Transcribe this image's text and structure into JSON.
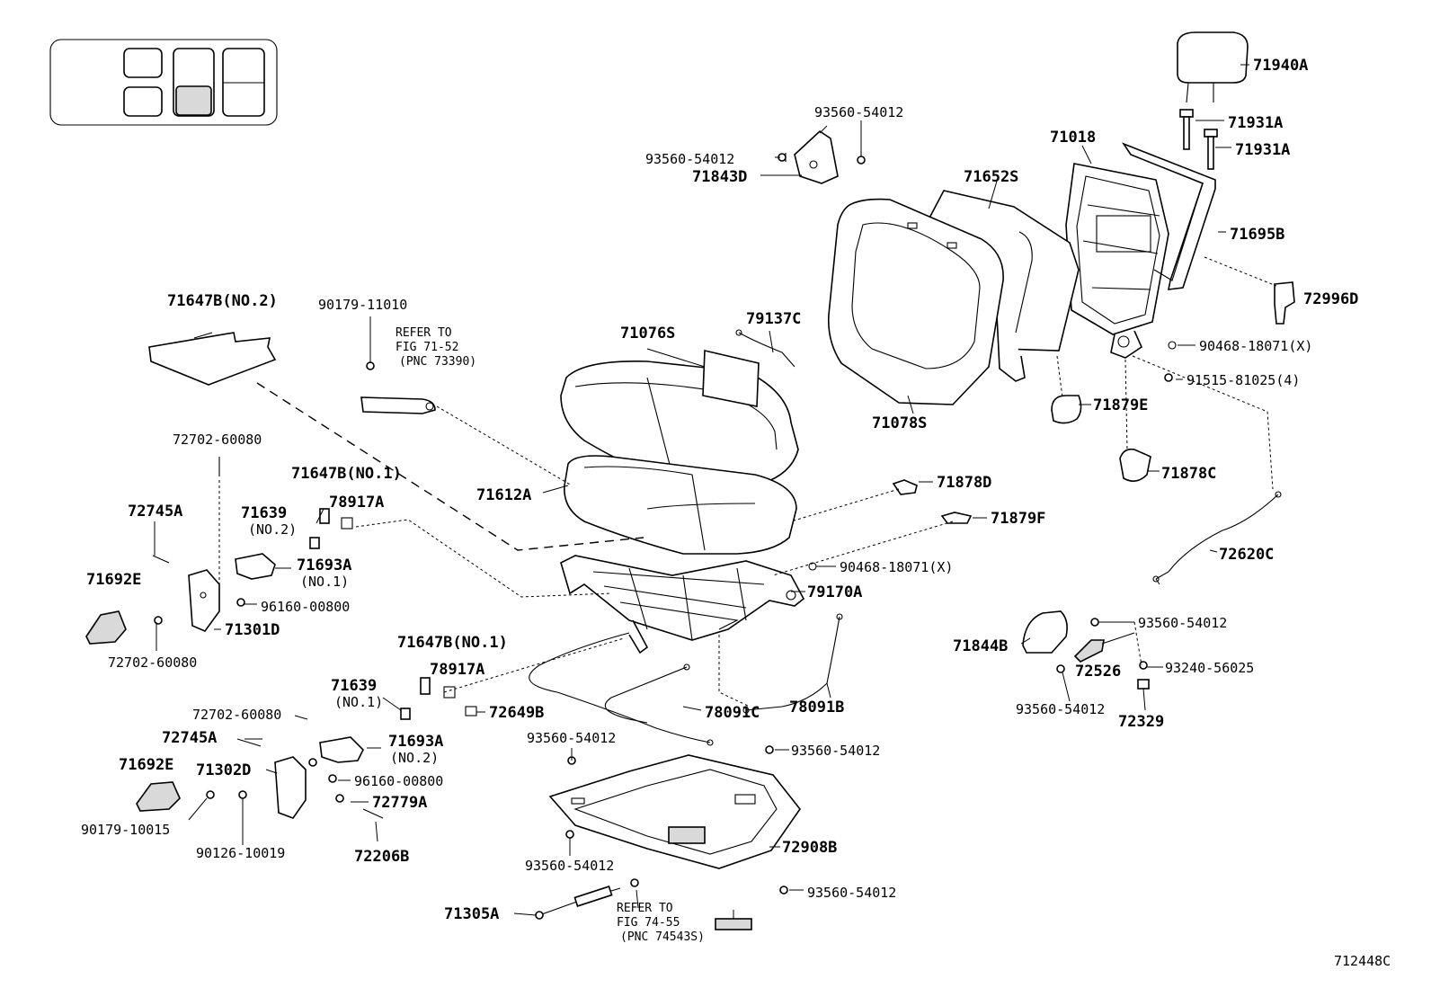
{
  "diagram_id": "712448C",
  "references": {
    "ref1": [
      "REFER TO",
      "FIG 71-52",
      "(PNC 73390)"
    ],
    "ref2": [
      "REFER TO",
      "FIG 74-55",
      "(PNC 74543S)"
    ]
  },
  "parts": {
    "p71940A": "71940A",
    "p71931A_1": "71931A",
    "p71931A_2": "71931A",
    "p71018": "71018",
    "p71695B": "71695B",
    "p72996D": "72996D",
    "p90468_18071_a": "90468-18071(X)",
    "p91515_81025": "91515-81025(4)",
    "p71879E": "71879E",
    "p71878C": "71878C",
    "p72620C": "72620C",
    "p71652S": "71652S",
    "p71078S": "71078S",
    "p93560_54012_top1": "93560-54012",
    "p93560_54012_top2": "93560-54012",
    "p71843D": "71843D",
    "p71647B_no2": "71647B(NO.2)",
    "p90179_11010": "90179-11010",
    "p71076S": "71076S",
    "p79137C": "79137C",
    "p71612A": "71612A",
    "p71878D": "71878D",
    "p71879F": "71879F",
    "p90468_18071_b": "90468-18071(X)",
    "p79170A": "79170A",
    "p72702_60080_a": "72702-60080",
    "p71647B_no1_a": "71647B(NO.1)",
    "p78917A_a": "78917A",
    "p72745A_a": "72745A",
    "p71639_a": "71639",
    "p71639_a_sub": "(NO.2)",
    "p71693A_a": "71693A",
    "p71693A_a_sub": "(NO.1)",
    "p71692E_a": "71692E",
    "p96160_00800_a": "96160-00800",
    "p71301D": "71301D",
    "p72702_60080_b": "72702-60080",
    "p71647B_no1_b": "71647B(NO.1)",
    "p78917A_b": "78917A",
    "p72649B": "72649B",
    "p78091C": "78091C",
    "p78091B": "78091B",
    "p71639_b": "71639",
    "p71639_b_sub": "(NO.1)",
    "p72702_60080_c": "72702-60080",
    "p72745A_b": "72745A",
    "p71693A_b": "71693A",
    "p71693A_b_sub": "(NO.2)",
    "p71692E_b": "71692E",
    "p71302D": "71302D",
    "p96160_00800_b": "96160-00800",
    "p72779A": "72779A",
    "p90179_10015": "90179-10015",
    "p90126_10019": "90126-10019",
    "p72206B": "72206B",
    "p93560_54012_m1": "93560-54012",
    "p93560_54012_m2": "93560-54012",
    "p72908B": "72908B",
    "p93560_54012_m3": "93560-54012",
    "p93560_54012_m4": "93560-54012",
    "p71305A": "71305A",
    "p71844B": "71844B",
    "p93560_54012_r1": "93560-54012",
    "p72526": "72526",
    "p93240_56025": "93240-56025",
    "p93560_54012_r2": "93560-54012",
    "p72329": "72329"
  }
}
